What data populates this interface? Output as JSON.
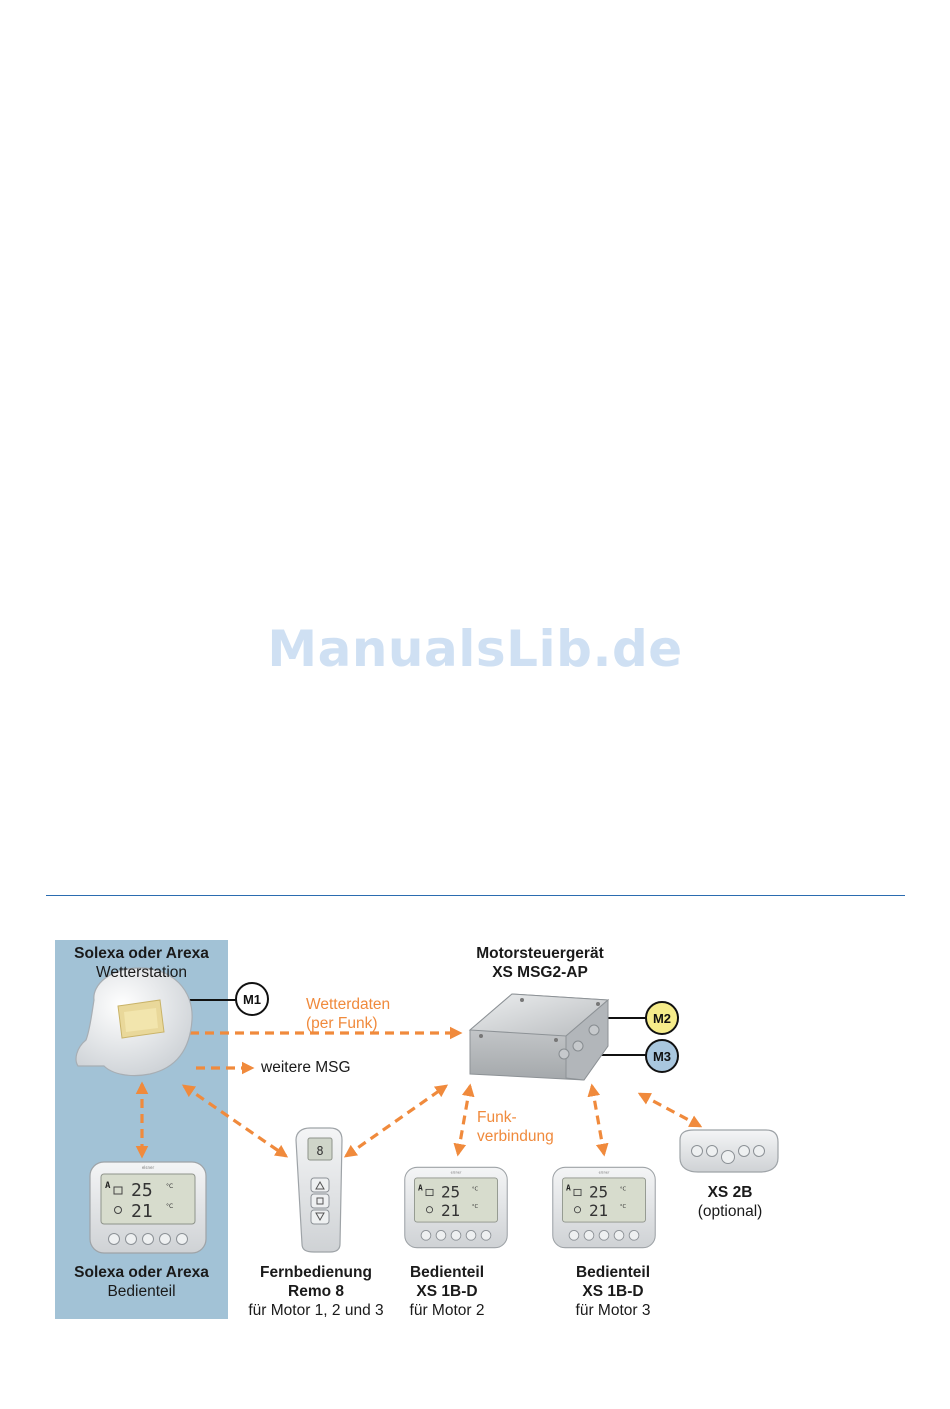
{
  "watermark": "ManualsLib.de",
  "colors": {
    "watermark": "#cfe0f3",
    "rule": "#2b6cb0",
    "panel": "#a2c2d6",
    "arrow": "#f08a3c",
    "m1": "#ffffff",
    "m2": "#f6ec8a",
    "m3": "#a9c7de"
  },
  "labels": {
    "station_title": "Solexa oder Arexa",
    "station_sub": "Wetterstation",
    "bedien_left_title": "Solexa oder Arexa",
    "bedien_left_sub": "Bedienteil",
    "msg_title_1": "Motorsteuergerät",
    "msg_title_2": "XS MSG2-AP",
    "wetterdaten_1": "Wetterdaten",
    "wetterdaten_2": "(per Funk)",
    "weitere": "weitere MSG",
    "funk_1": "Funk-",
    "funk_2": "verbindung",
    "remo_1": "Fernbedienung",
    "remo_2": "Remo 8",
    "remo_3": "für Motor 1, 2 und 3",
    "xs1b_a_1": "Bedienteil",
    "xs1b_a_2": "XS 1B-D",
    "xs1b_a_3": "für Motor 2",
    "xs1b_b_1": "Bedienteil",
    "xs1b_b_2": "XS 1B-D",
    "xs1b_b_3": "für Motor 3",
    "xs2b_1": "XS 2B",
    "xs2b_2": "(optional)"
  },
  "motors": {
    "m1": "M1",
    "m2": "M2",
    "m3": "M3"
  },
  "display": {
    "mode": "A",
    "temp1": "25",
    "temp2": "21",
    "unit": "°C",
    "brand": "elsner"
  },
  "icons": {
    "station": "weather-station-icon",
    "controller": "control-panel-icon",
    "remote": "remote-control-icon",
    "box": "junction-box-icon",
    "xs2b": "wall-switch-icon"
  }
}
